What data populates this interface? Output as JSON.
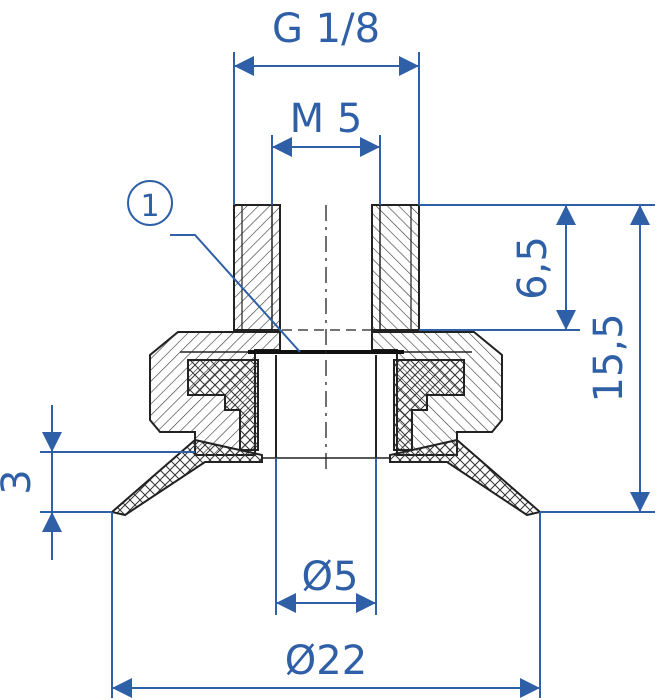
{
  "dimensions": {
    "thread_outer": "G 1/8",
    "thread_inner": "M 5",
    "upper_height": "6,5",
    "total_height": "15,5",
    "lip_height": "3",
    "bore_diameter": "Ø5",
    "cup_diameter": "Ø22"
  },
  "callouts": {
    "item_1": "1"
  },
  "colors": {
    "dimension": "#2f5fa6",
    "part_outline": "#222222",
    "hatch": "#3a3a3a",
    "background": "#ffffff"
  },
  "icons": {
    "callout_marker": "circle-number"
  }
}
